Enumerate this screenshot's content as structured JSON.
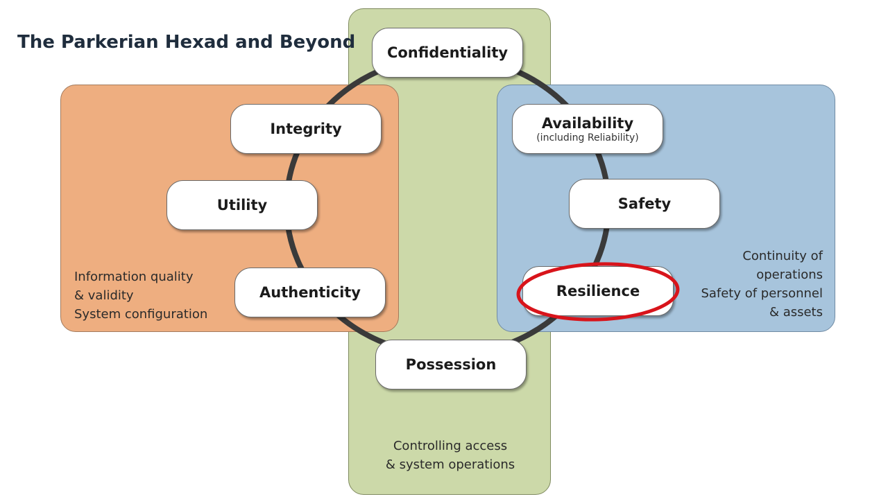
{
  "slide": {
    "title": "The Parkerian Hexad and Beyond"
  },
  "regions": {
    "left": {
      "color": "#eeae80",
      "notes": [
        "Information quality",
        "& validity",
        "System configuration"
      ]
    },
    "right": {
      "color": "#a7c4dc",
      "notes": [
        "Continuity of",
        "operations",
        "Safety of personnel",
        "& assets"
      ]
    },
    "middle": {
      "color": "#ccd9a9",
      "notes": [
        "Controlling access",
        "& system operations"
      ]
    }
  },
  "nodes": {
    "confidentiality": {
      "label": "Confidentiality"
    },
    "integrity": {
      "label": "Integrity"
    },
    "utility": {
      "label": "Utility"
    },
    "authenticity": {
      "label": "Authenticity"
    },
    "availability": {
      "label": "Availability",
      "sub": "(including Reliability)"
    },
    "safety": {
      "label": "Safety"
    },
    "resilience": {
      "label": "Resilience",
      "highlighted": true
    },
    "possession": {
      "label": "Possession"
    }
  },
  "highlight_color": "#d8141b",
  "ring_color": "#3a3a3a"
}
